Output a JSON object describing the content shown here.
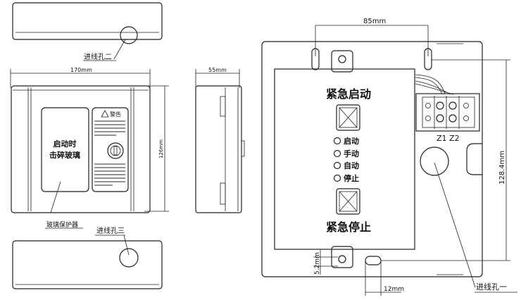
{
  "labels": {
    "entry_hole_2": "进线孔二",
    "entry_hole_3": "进线孔三",
    "entry_hole_1": "进线孔一",
    "glass_protector": "玻璃保护器",
    "glass_text_line1": "启动时",
    "glass_text_line2": "击碎玻璃",
    "warning_title": "警告",
    "emergency_start": "紧急启动",
    "emergency_stop": "紧急停止",
    "terminals": "Z1 Z2"
  },
  "indicators": [
    "启动",
    "手动",
    "自动",
    "停止"
  ],
  "dimensions": {
    "width_front": "170mm",
    "depth_side": "55mm",
    "height_front": "126mm",
    "hole_spacing": "85mm",
    "hole_vertical": "128.4mm",
    "offset_vertical": "5.2mm",
    "offset_horizontal": "12mm"
  }
}
